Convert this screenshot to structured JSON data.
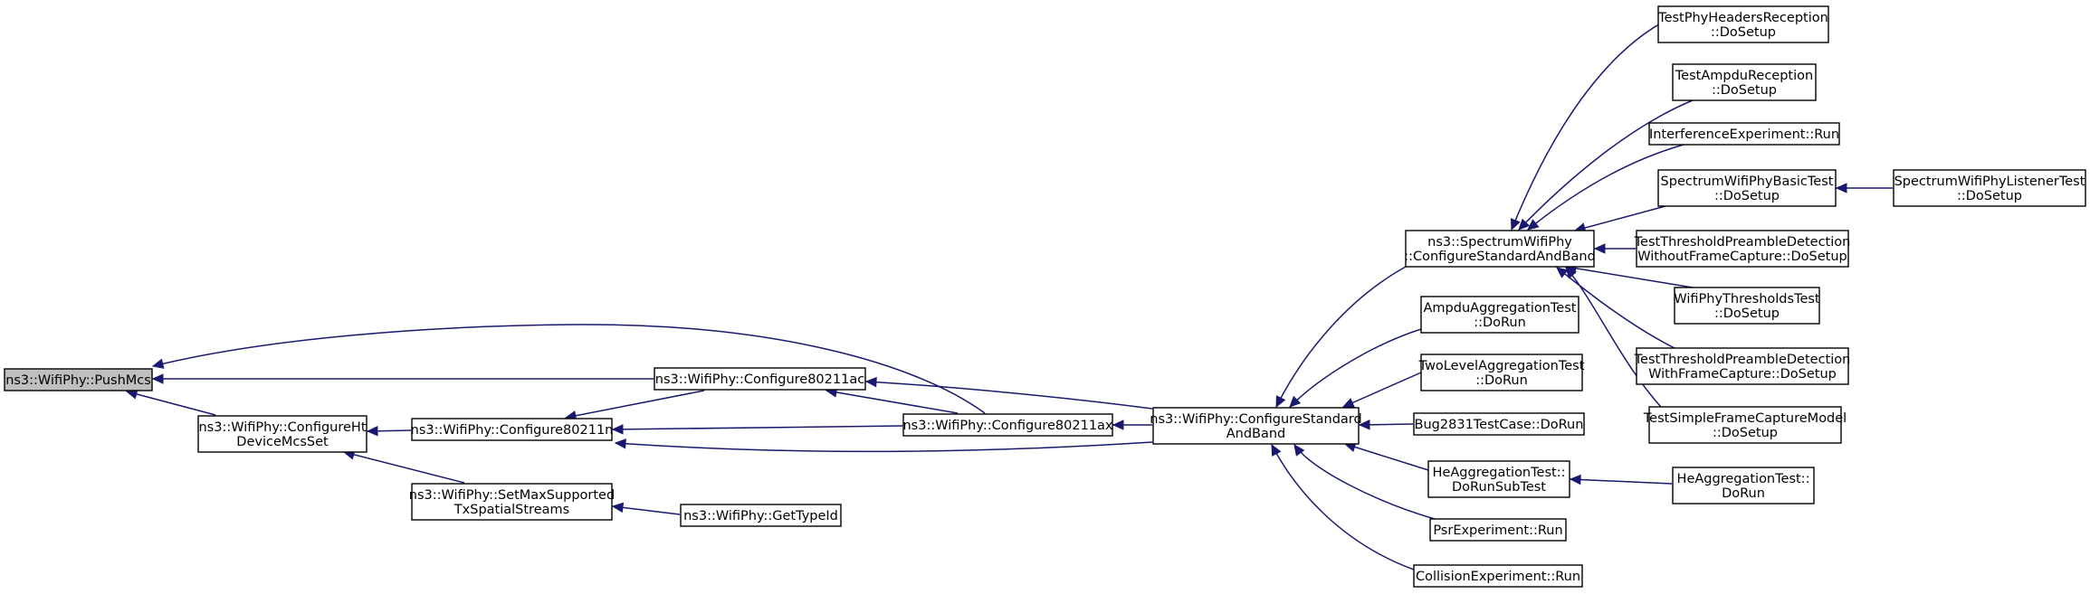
{
  "diagram": {
    "type": "call-graph",
    "root": "push-mcs",
    "colors": {
      "edge": "#191970",
      "root_fill": "#bfbfbf",
      "node_fill": "#ffffff",
      "border": "#000000"
    },
    "nodes": [
      {
        "id": "push-mcs",
        "lines": [
          "ns3::WifiPhy::PushMcs"
        ]
      },
      {
        "id": "configure-ht-device-mcs-set",
        "lines": [
          "ns3::WifiPhy::ConfigureHt",
          "DeviceMcsSet"
        ]
      },
      {
        "id": "configure-80211n",
        "lines": [
          "ns3::WifiPhy::Configure80211n"
        ]
      },
      {
        "id": "set-max-supported-tx-spatial-streams",
        "lines": [
          "ns3::WifiPhy::SetMaxSupported",
          "TxSpatialStreams"
        ]
      },
      {
        "id": "get-type-id",
        "lines": [
          "ns3::WifiPhy::GetTypeId"
        ]
      },
      {
        "id": "configure-80211ac",
        "lines": [
          "ns3::WifiPhy::Configure80211ac"
        ]
      },
      {
        "id": "configure-80211ax",
        "lines": [
          "ns3::WifiPhy::Configure80211ax"
        ]
      },
      {
        "id": "configure-standard-and-band",
        "lines": [
          "ns3::WifiPhy::ConfigureStandard",
          "AndBand"
        ]
      },
      {
        "id": "spectrum-configure-standard-and-band",
        "lines": [
          "ns3::SpectrumWifiPhy",
          "::ConfigureStandardAndBand"
        ]
      },
      {
        "id": "ampdu-aggregation-test-dorun",
        "lines": [
          "AmpduAggregationTest",
          "::DoRun"
        ]
      },
      {
        "id": "two-level-aggregation-test-dorun",
        "lines": [
          "TwoLevelAggregationTest",
          "::DoRun"
        ]
      },
      {
        "id": "bug2831-test-case-dorun",
        "lines": [
          "Bug2831TestCase::DoRun"
        ]
      },
      {
        "id": "he-aggregation-test-dorun-subtest",
        "lines": [
          "HeAggregationTest::",
          "DoRunSubTest"
        ]
      },
      {
        "id": "psr-experiment-run",
        "lines": [
          "PsrExperiment::Run"
        ]
      },
      {
        "id": "collision-experiment-run",
        "lines": [
          "CollisionExperiment::Run"
        ]
      },
      {
        "id": "he-aggregation-test-dorun",
        "lines": [
          "HeAggregationTest::",
          "DoRun"
        ]
      },
      {
        "id": "test-phy-headers-reception-dosetup",
        "lines": [
          "TestPhyHeadersReception",
          "::DoSetup"
        ]
      },
      {
        "id": "test-ampdu-reception-dosetup",
        "lines": [
          "TestAmpduReception",
          "::DoSetup"
        ]
      },
      {
        "id": "interference-experiment-run",
        "lines": [
          "InterferenceExperiment::Run"
        ]
      },
      {
        "id": "spectrum-wifi-phy-basic-test-dosetup",
        "lines": [
          "SpectrumWifiPhyBasicTest",
          "::DoSetup"
        ]
      },
      {
        "id": "spectrum-wifi-phy-listener-test-dosetup",
        "lines": [
          "SpectrumWifiPhyListenerTest",
          "::DoSetup"
        ]
      },
      {
        "id": "test-threshold-preamble-detection-without-frame-capture-dosetup",
        "lines": [
          "TestThresholdPreambleDetection",
          "WithoutFrameCapture::DoSetup"
        ]
      },
      {
        "id": "wifi-phy-thresholds-test-dosetup",
        "lines": [
          "WifiPhyThresholdsTest",
          "::DoSetup"
        ]
      },
      {
        "id": "test-threshold-preamble-detection-with-frame-capture-dosetup",
        "lines": [
          "TestThresholdPreambleDetection",
          "WithFrameCapture::DoSetup"
        ]
      },
      {
        "id": "test-simple-frame-capture-model-dosetup",
        "lines": [
          "TestSimpleFrameCaptureModel",
          "::DoSetup"
        ]
      }
    ],
    "edges": [
      {
        "from": "configure-ht-device-mcs-set",
        "to": "push-mcs"
      },
      {
        "from": "configure-80211ac",
        "to": "push-mcs"
      },
      {
        "from": "configure-80211ax",
        "to": "push-mcs"
      },
      {
        "from": "configure-80211n",
        "to": "configure-ht-device-mcs-set"
      },
      {
        "from": "set-max-supported-tx-spatial-streams",
        "to": "configure-ht-device-mcs-set"
      },
      {
        "from": "configure-80211ac",
        "to": "configure-80211n"
      },
      {
        "from": "configure-80211ax",
        "to": "configure-80211n"
      },
      {
        "from": "configure-standard-and-band",
        "to": "configure-80211n"
      },
      {
        "from": "get-type-id",
        "to": "set-max-supported-tx-spatial-streams"
      },
      {
        "from": "configure-80211ax",
        "to": "configure-80211ac"
      },
      {
        "from": "configure-standard-and-band",
        "to": "configure-80211ac"
      },
      {
        "from": "configure-standard-and-band",
        "to": "configure-80211ax"
      },
      {
        "from": "spectrum-configure-standard-and-band",
        "to": "configure-standard-and-band"
      },
      {
        "from": "ampdu-aggregation-test-dorun",
        "to": "configure-standard-and-band"
      },
      {
        "from": "two-level-aggregation-test-dorun",
        "to": "configure-standard-and-band"
      },
      {
        "from": "bug2831-test-case-dorun",
        "to": "configure-standard-and-band"
      },
      {
        "from": "he-aggregation-test-dorun-subtest",
        "to": "configure-standard-and-band"
      },
      {
        "from": "psr-experiment-run",
        "to": "configure-standard-and-band"
      },
      {
        "from": "collision-experiment-run",
        "to": "configure-standard-and-band"
      },
      {
        "from": "he-aggregation-test-dorun",
        "to": "he-aggregation-test-dorun-subtest"
      },
      {
        "from": "test-phy-headers-reception-dosetup",
        "to": "spectrum-configure-standard-and-band"
      },
      {
        "from": "test-ampdu-reception-dosetup",
        "to": "spectrum-configure-standard-and-band"
      },
      {
        "from": "interference-experiment-run",
        "to": "spectrum-configure-standard-and-band"
      },
      {
        "from": "spectrum-wifi-phy-basic-test-dosetup",
        "to": "spectrum-configure-standard-and-band"
      },
      {
        "from": "test-threshold-preamble-detection-without-frame-capture-dosetup",
        "to": "spectrum-configure-standard-and-band"
      },
      {
        "from": "wifi-phy-thresholds-test-dosetup",
        "to": "spectrum-configure-standard-and-band"
      },
      {
        "from": "test-threshold-preamble-detection-with-frame-capture-dosetup",
        "to": "spectrum-configure-standard-and-band"
      },
      {
        "from": "test-simple-frame-capture-model-dosetup",
        "to": "spectrum-configure-standard-and-band"
      },
      {
        "from": "spectrum-wifi-phy-listener-test-dosetup",
        "to": "spectrum-wifi-phy-basic-test-dosetup"
      }
    ]
  }
}
